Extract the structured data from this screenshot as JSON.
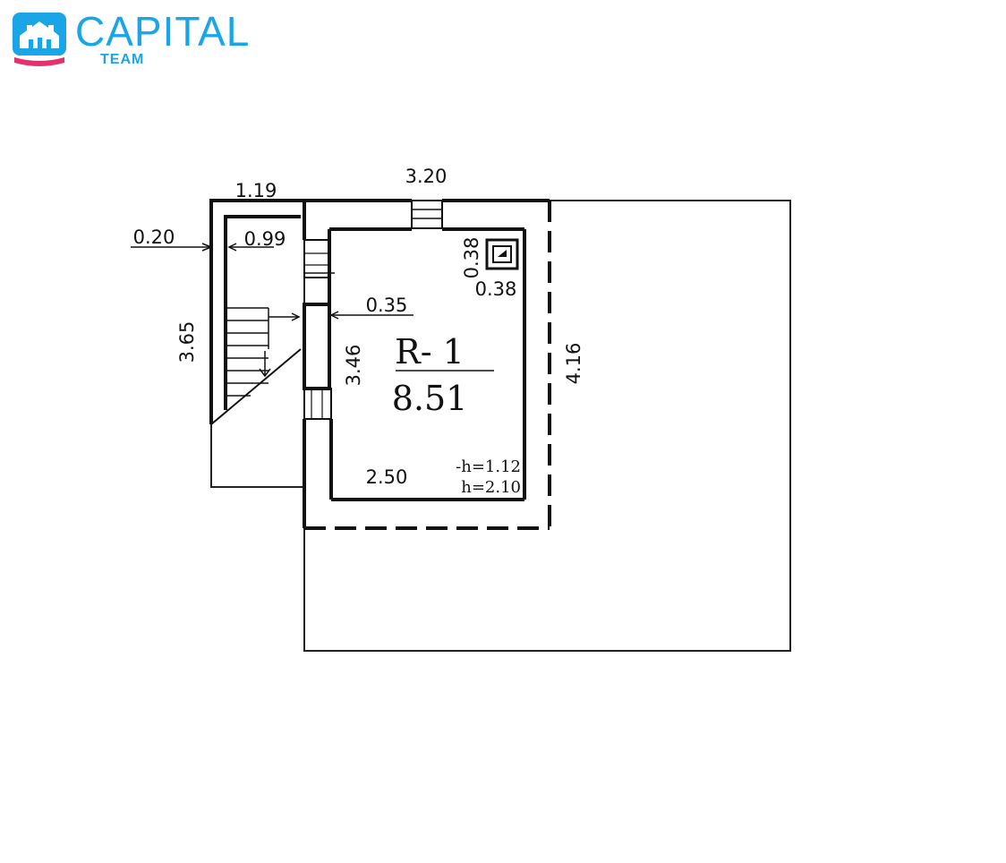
{
  "logo": {
    "name": "CAPITAL",
    "subtitle": "TEAM",
    "brand_color": "#1aa6e6",
    "accent_color": "#e6306e"
  },
  "plan": {
    "room": {
      "label": "R- 1",
      "area": "8.51"
    },
    "heights": {
      "h_low": "-h=1.12",
      "h": "h=2.10"
    },
    "dimensions": {
      "top_total": "3.20",
      "left_stair_width": "1.19",
      "wall_offset": "0.20",
      "stair_inner": "0.99",
      "left_height": "3.65",
      "partition": "0.35",
      "room_height": "3.46",
      "chimney_w": "0.38",
      "chimney_h": "0.38",
      "room_width": "2.50",
      "right_height": "4.16"
    }
  }
}
